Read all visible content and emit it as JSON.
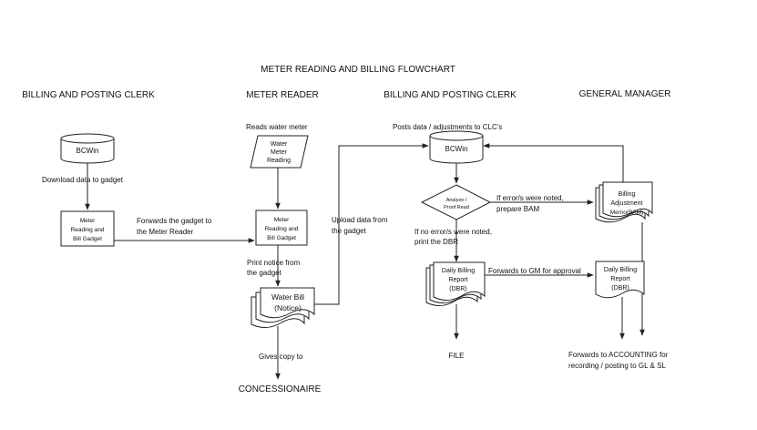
{
  "title": "METER READING AND BILLING FLOWCHART",
  "lanes": {
    "billing_clerk_1": "BILLING AND POSTING CLERK",
    "meter_reader": "METER READER",
    "billing_clerk_2": "BILLING AND POSTING CLERK",
    "general_manager": "GENERAL MANAGER"
  },
  "nodes": {
    "bcwin_1": "BCWin",
    "gadget_1": [
      "Meter",
      "Reading and",
      "Bill Gadget"
    ],
    "water_meter_reading": [
      "Water",
      "Meter",
      "Reading"
    ],
    "gadget_2": [
      "Meter",
      "Reading and",
      "Bill Gadget"
    ],
    "water_bill": [
      "Water Bill",
      "(Notice)"
    ],
    "concessionaire": "CONCESSIONAIRE",
    "bcwin_2": "BCWin",
    "analyze": [
      "Analyze /",
      "Proof Read"
    ],
    "bam": [
      "Billing",
      "Adjustment",
      "Memo(BAM)"
    ],
    "dbr_1": [
      "Daily Billing",
      "Report",
      "(DBR)"
    ],
    "dbr_2": [
      "Daily Billing",
      "Report",
      "(DBR)"
    ],
    "file": "FILE"
  },
  "labels": {
    "download": "Download data to gadget",
    "forwards_gadget": [
      "Forwards the gadget to",
      "the Meter Reader"
    ],
    "reads_meter": "Reads water meter",
    "print_notice": [
      "Print notice from",
      "the gadget"
    ],
    "gives_copy": "Gives copy to",
    "upload": [
      "Upload data from",
      "the gadget"
    ],
    "posts_data": "Posts data / adjustments to CLC's",
    "if_error": [
      "If error/s were noted,",
      "prepare BAM"
    ],
    "if_no_error": [
      "If no error/s were noted,",
      "print the DBR"
    ],
    "forwards_gm": "Forwards to GM for approval",
    "forwards_accounting": [
      "Forwards to ACCOUNTING for",
      "recording / posting to GL & SL"
    ]
  }
}
